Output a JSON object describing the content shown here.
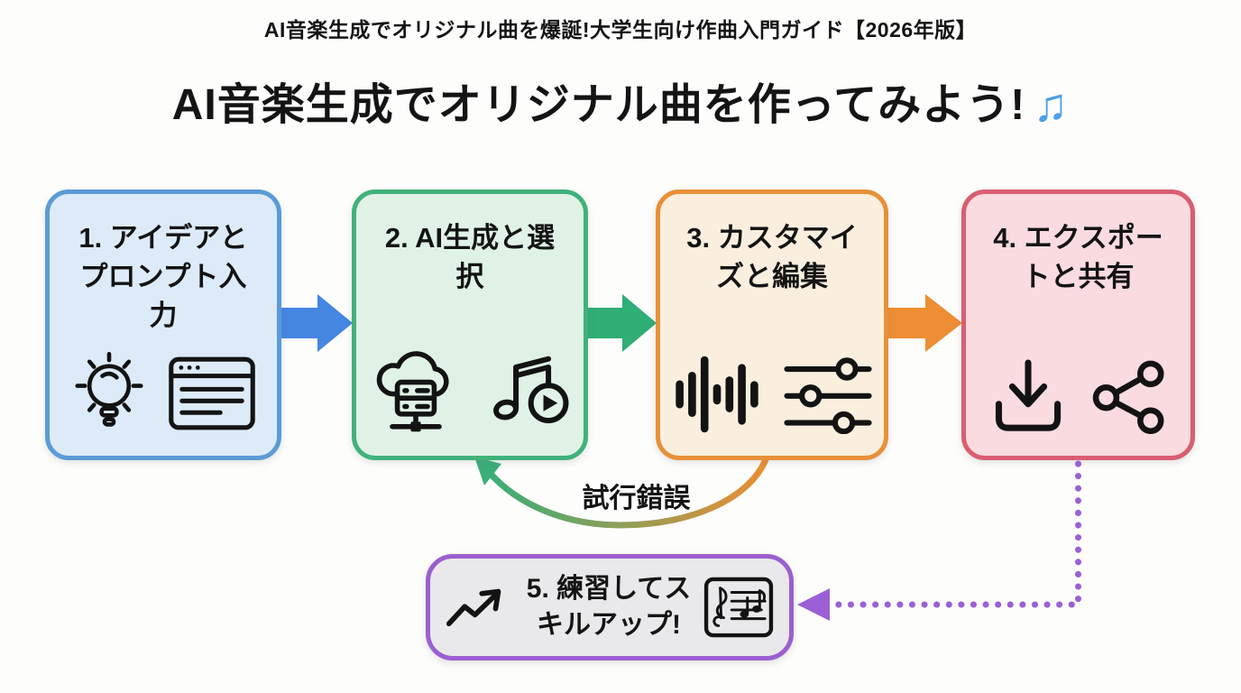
{
  "header": {
    "subtitle": "AI音楽生成でオリジナル曲を爆誕!大学生向け作曲入門ガイド【2026年版】",
    "title": "AI音楽生成でオリジナル曲を作ってみよう!",
    "title_note": "♫"
  },
  "steps": [
    {
      "number": 1,
      "label": "1. アイデアと\nプロンプト入\n力",
      "icons": [
        "lightbulb-icon",
        "browser-window-icon"
      ],
      "border_color": "#5A9BD8",
      "fill_color": "#DDEBF9"
    },
    {
      "number": 2,
      "label": "2. AI生成と選\n択",
      "icons": [
        "cloud-server-icon",
        "music-note-play-icon"
      ],
      "border_color": "#3FB27B",
      "fill_color": "#E0F2E6"
    },
    {
      "number": 3,
      "label": "3. カスタマイ\nズと編集",
      "icons": [
        "waveform-icon",
        "sliders-icon"
      ],
      "border_color": "#E89038",
      "fill_color": "#FAEFDE"
    },
    {
      "number": 4,
      "label": "4. エクスポー\nトと共有",
      "icons": [
        "download-icon",
        "share-icon"
      ],
      "border_color": "#D95E70",
      "fill_color": "#F9DBE0"
    }
  ],
  "feedback_loop": {
    "label": "試行錯誤"
  },
  "final_step": {
    "label": "5. 練習してス\nキルアップ!",
    "icons": [
      "trend-up-icon",
      "sheet-music-icon"
    ],
    "border_color": "#9B5FD0",
    "fill_color": "#E9E8EB"
  },
  "colors": {
    "arrow_blue": "#4586E3",
    "arrow_green": "#2FAE75",
    "arrow_orange": "#EE8D33",
    "loop_gradient_start": "#EE8D33",
    "loop_gradient_end": "#3BAE78",
    "dotted_purple": "#9B5FD6",
    "title_note_blue": "#4D9FE8",
    "icon_stroke": "#131313"
  }
}
